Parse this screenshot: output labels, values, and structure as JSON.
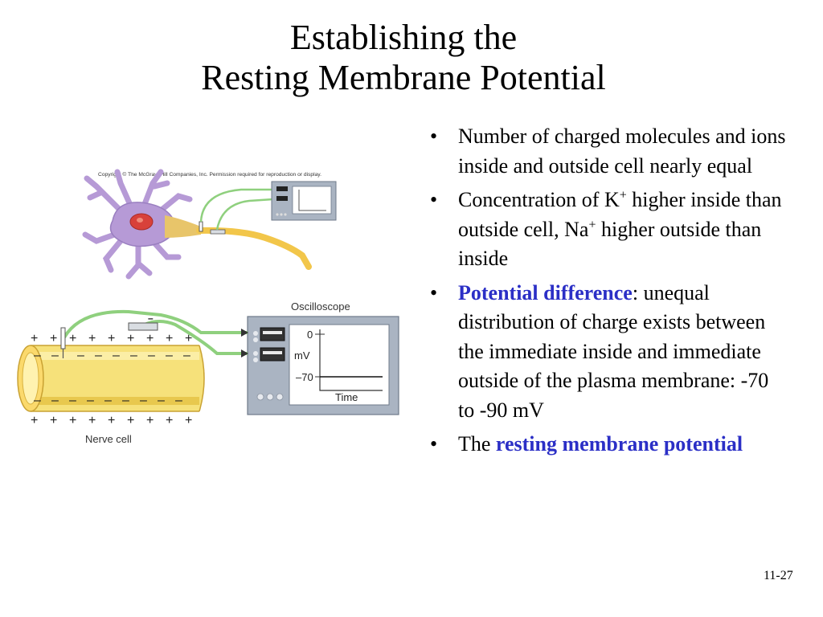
{
  "slide": {
    "title_line1": "Establishing the",
    "title_line2": "Resting Membrane Potential",
    "page_number": "11-27"
  },
  "bullets": [
    {
      "text": "Number of charged molecules and ions inside and outside cell nearly equal"
    },
    {
      "pre": "Concentration of K",
      "sup1": "+",
      "mid": " higher inside than outside cell, Na",
      "sup2": "+",
      "post": " higher outside than inside"
    },
    {
      "em": "Potential difference",
      "rest": ": unequal distribution of charge exists between the immediate inside and immediate outside of the plasma membrane: -70 to -90 mV"
    },
    {
      "pre": "The ",
      "em": "resting membrane potential"
    }
  ],
  "figure": {
    "copyright": "Copyright © The McGraw-Hill Companies, Inc. Permission required for reproduction or display.",
    "oscilloscope_label": "Oscilloscope",
    "nerve_cell_label": "Nerve cell",
    "scope_zero": "0",
    "scope_unit": "mV",
    "scope_minus70": "–70",
    "scope_time": "Time",
    "electrode_sign": "–",
    "colors": {
      "neuron": "#b69ad6",
      "nucleus": "#d8413a",
      "axon": "#f2c64a",
      "wire": "#8fd07e",
      "scope": "#aab4c2"
    }
  }
}
